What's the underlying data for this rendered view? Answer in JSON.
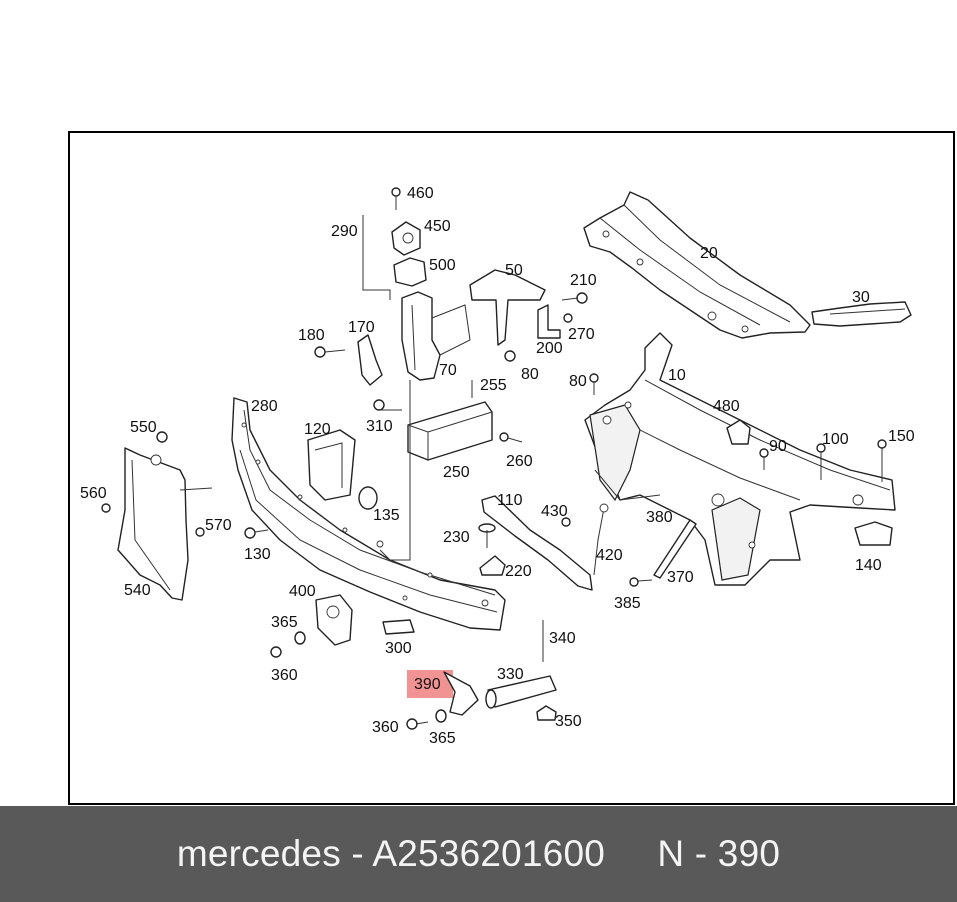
{
  "diagram": {
    "labels": {
      "l460": "460",
      "l450": "450",
      "l290": "290",
      "l500": "500",
      "l50": "50",
      "l210": "210",
      "l20": "20",
      "l30": "30",
      "l180": "180",
      "l170": "170",
      "l270": "270",
      "l200": "200",
      "l80a": "80",
      "l80b": "80",
      "l70": "70",
      "l255": "255",
      "l10": "10",
      "l280": "280",
      "l310": "310",
      "l480": "480",
      "l550": "550",
      "l120": "120",
      "l90": "90",
      "l100": "100",
      "l150": "150",
      "l260": "260",
      "l250": "250",
      "l560": "560",
      "l110": "110",
      "l135": "135",
      "l570": "570",
      "l430": "430",
      "l380": "380",
      "l230": "230",
      "l130": "130",
      "l420": "420",
      "l140": "140",
      "l220": "220",
      "l370": "370",
      "l540": "540",
      "l400": "400",
      "l385": "385",
      "l365a": "365",
      "l300": "300",
      "l340": "340",
      "l360a": "360",
      "l330": "330",
      "l390": "390",
      "l350": "350",
      "l360b": "360",
      "l365b": "365"
    },
    "highlight_color": "#f08080"
  },
  "footer": {
    "text": "mercedes - A2536201600     N - 390",
    "background": "#595959"
  }
}
